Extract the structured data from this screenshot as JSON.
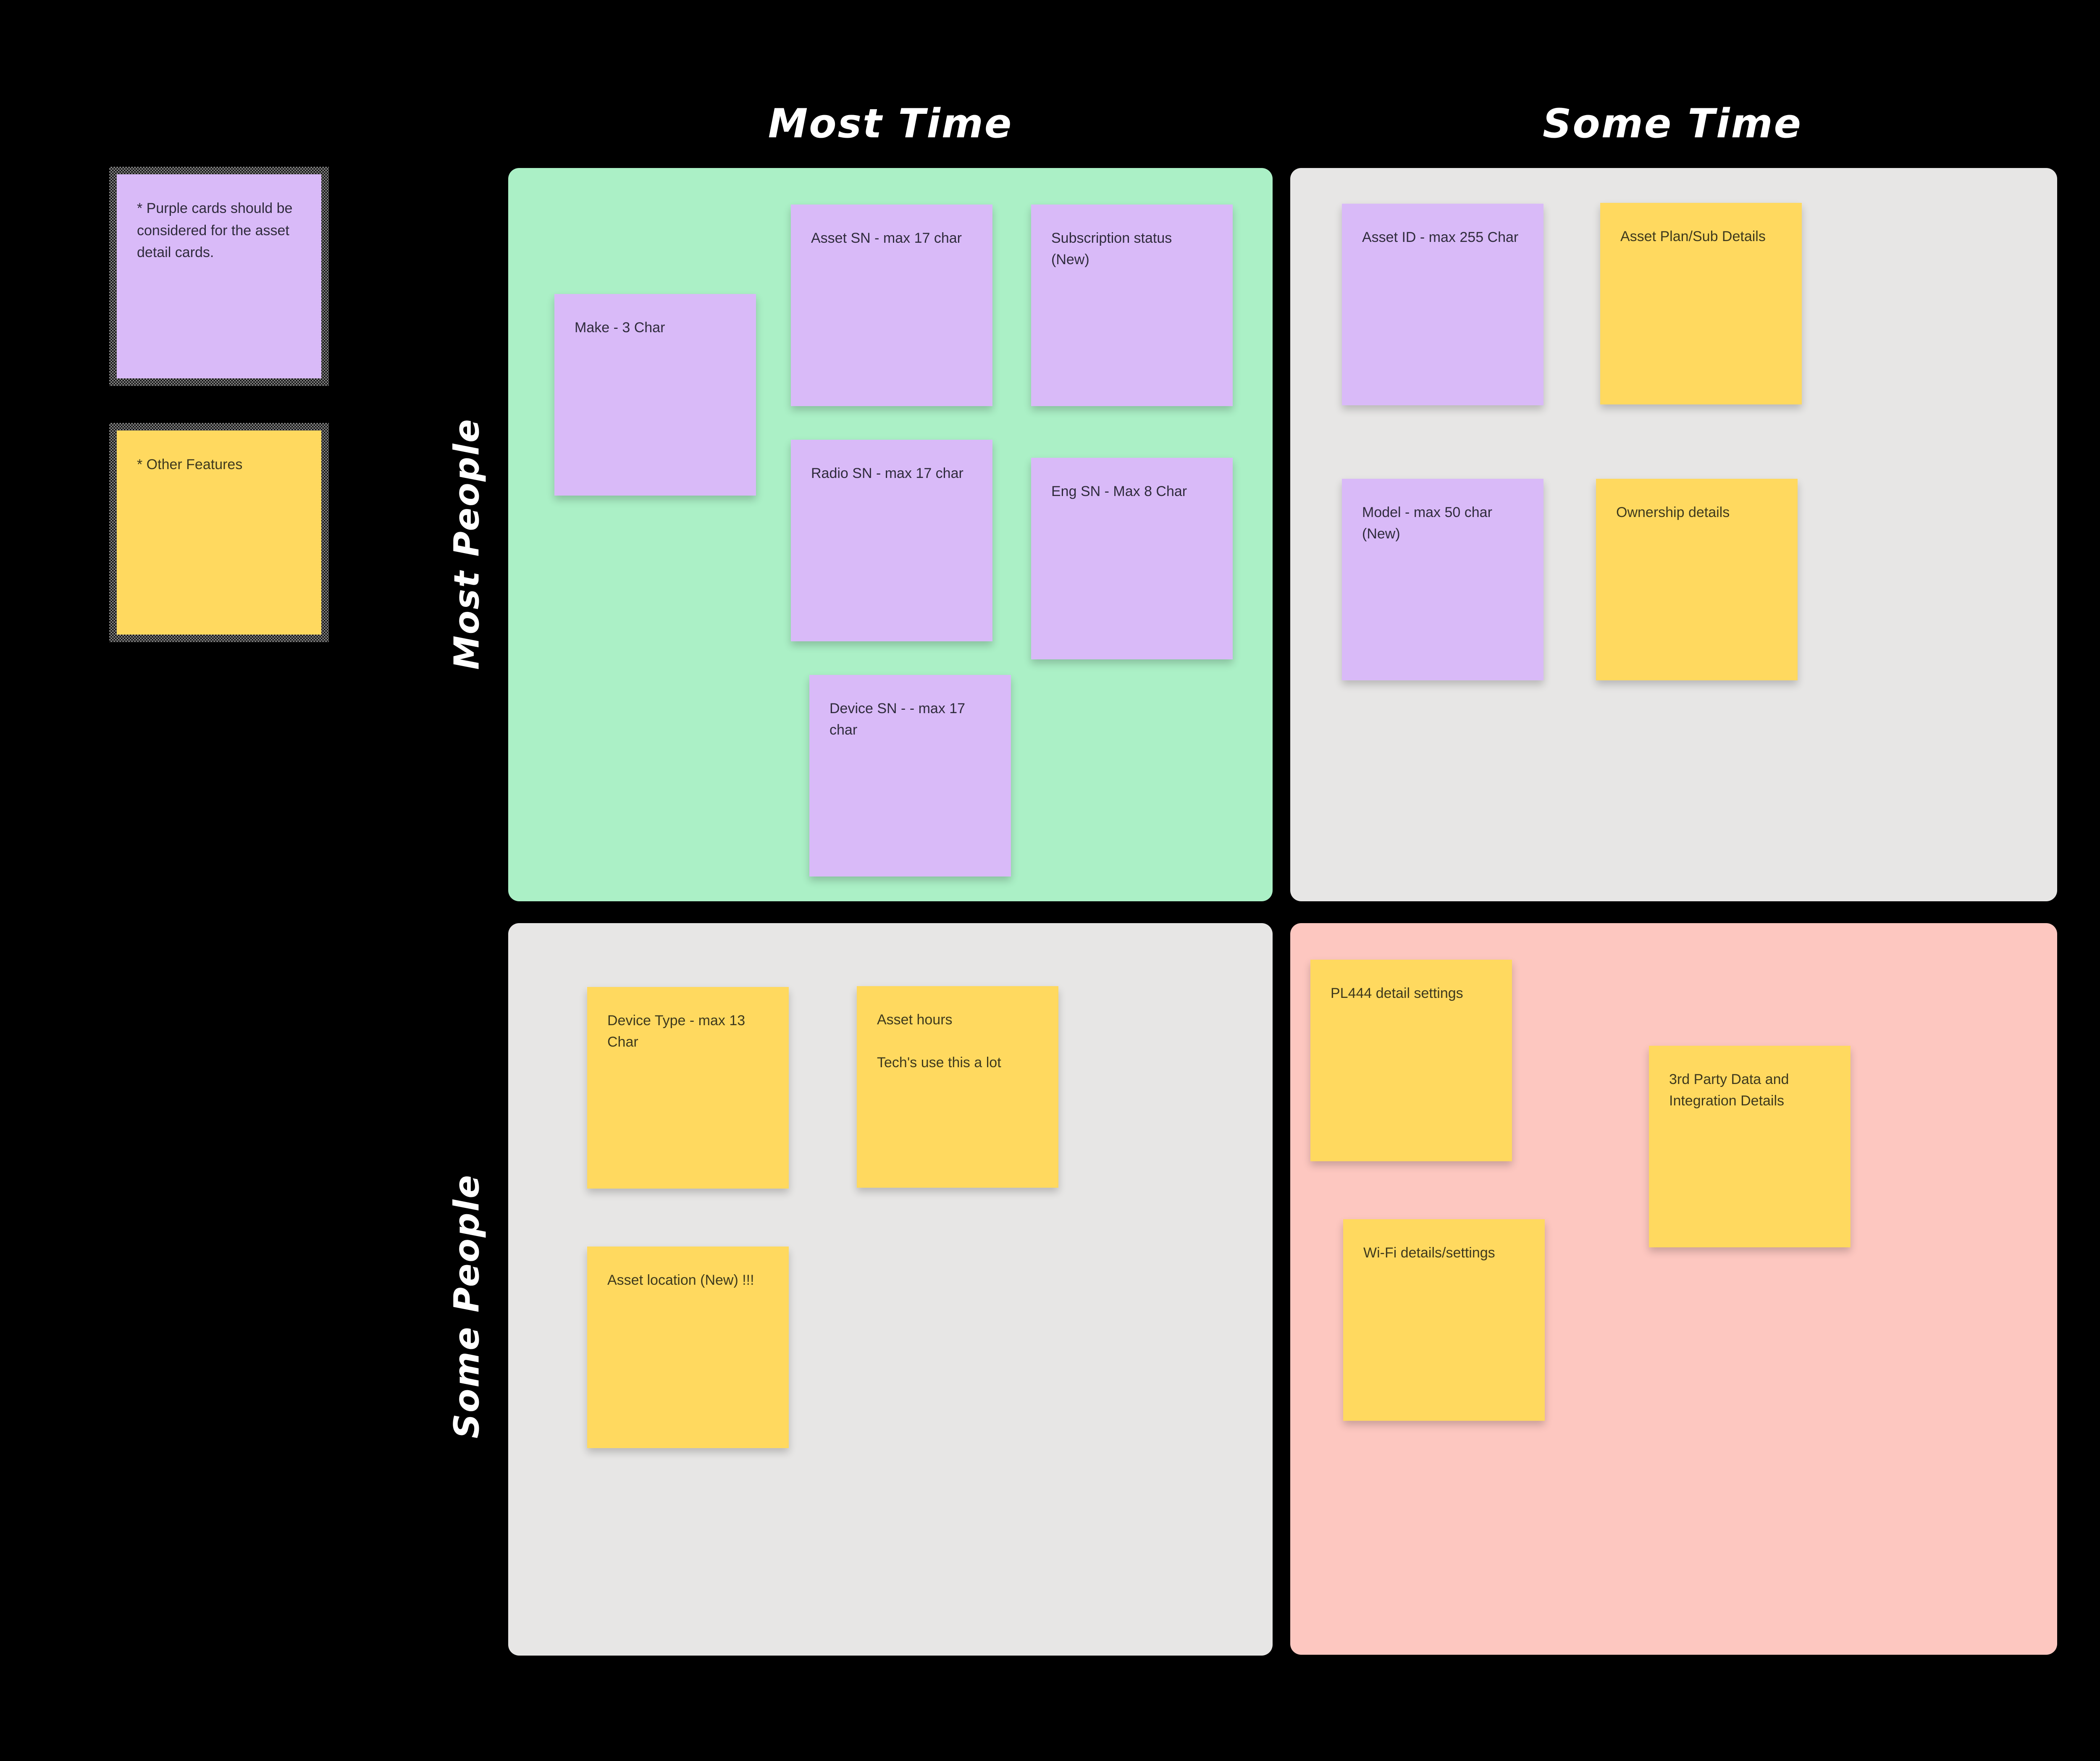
{
  "colors": {
    "background": "#000000",
    "quadrant_green": "#ABF0C6",
    "quadrant_gray": "#E7E6E5",
    "quadrant_pink": "#FDC7C0",
    "note_purple": "#D9BAF8",
    "note_yellow": "#FFD95F",
    "axis_text": "#FFFFFF"
  },
  "board": {
    "column_headers": [
      {
        "label": "Most Time"
      },
      {
        "label": "Some Time"
      }
    ],
    "row_labels": [
      {
        "label": "Most People"
      },
      {
        "label": "Some People"
      }
    ],
    "legend_notes": [
      {
        "color": "purple",
        "text": "* Purple cards should be\nconsidered for the asset\ndetail cards."
      },
      {
        "color": "yellow",
        "text": "* Other Features"
      }
    ],
    "quadrants": [
      {
        "name": "Most People / Most Time",
        "color": "#ABF0C6",
        "notes": [
          {
            "color": "purple",
            "text": "Make - 3 Char"
          },
          {
            "color": "purple",
            "text": "Asset SN - max 17 char"
          },
          {
            "color": "purple",
            "text": "Subscription status (New)"
          },
          {
            "color": "purple",
            "text": "Radio SN - max 17 char"
          },
          {
            "color": "purple",
            "text": "Eng SN - Max 8 Char"
          },
          {
            "color": "purple",
            "text": "Device SN - - max 17 char"
          }
        ]
      },
      {
        "name": "Most People / Some Time",
        "color": "#E7E6E5",
        "notes": [
          {
            "color": "purple",
            "text": "Asset ID - max 255 Char"
          },
          {
            "color": "yellow",
            "text": "Asset Plan/Sub Details"
          },
          {
            "color": "purple",
            "text": "Model - max 50 char\n(New)"
          },
          {
            "color": "yellow",
            "text": "Ownership details"
          }
        ]
      },
      {
        "name": "Some People / Most Time",
        "color": "#E7E6E5",
        "notes": [
          {
            "color": "yellow",
            "text": "Device Type - max 13\nChar"
          },
          {
            "color": "yellow",
            "text": "Asset hours\n\nTech's use this a lot"
          },
          {
            "color": "yellow",
            "text": "Asset location (New) !!!"
          }
        ]
      },
      {
        "name": "Some People / Some Time",
        "color": "#FDC7C0",
        "notes": [
          {
            "color": "yellow",
            "text": "PL444 detail settings"
          },
          {
            "color": "yellow",
            "text": "3rd Party Data and\nIntegration Details"
          },
          {
            "color": "yellow",
            "text": "Wi-Fi details/settings"
          }
        ]
      }
    ]
  }
}
